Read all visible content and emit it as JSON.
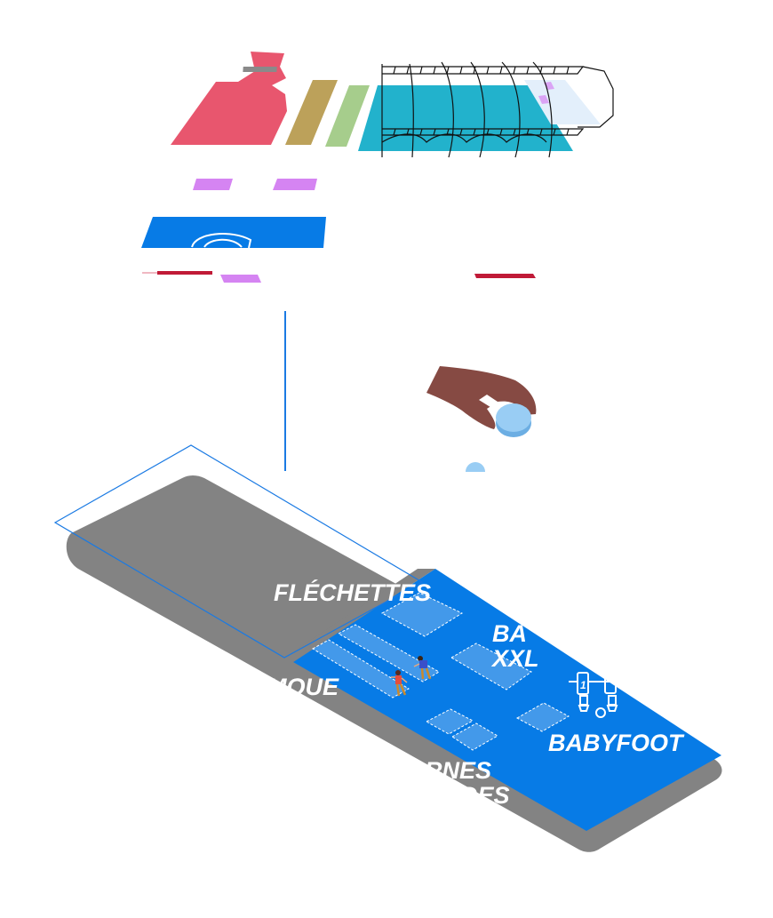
{
  "scene": {
    "description": "Isometric illustration of a game venue with exploded layers",
    "colors": {
      "background": "#ffffff",
      "pink_zone": "#e8566e",
      "tan_zone": "#bca15a",
      "green_zone": "#a6cd8c",
      "teal_zone": "#22b2cc",
      "light_zone": "#e3effb",
      "blue_floor": "#077be6",
      "blue_tile": "#4399ea",
      "gray_base": "#838383",
      "purple_accent": "#d584f2",
      "red_accent": "#c01a37",
      "hand": "#864a43",
      "ball": "#99cdf4",
      "ball_shadow": "#6caee3",
      "outline": "#1a7ae3"
    }
  },
  "labels": {
    "flechettes": "FLÉCHETTES",
    "ba_line1": "BA",
    "ba_line2": "XXL",
    "petanque": "MQUE",
    "bornes_line1": "RNES",
    "bornes_line2": "DES",
    "babyfoot": "BABYFOOT"
  },
  "icons": {
    "babyfoot_player_number": "1"
  }
}
